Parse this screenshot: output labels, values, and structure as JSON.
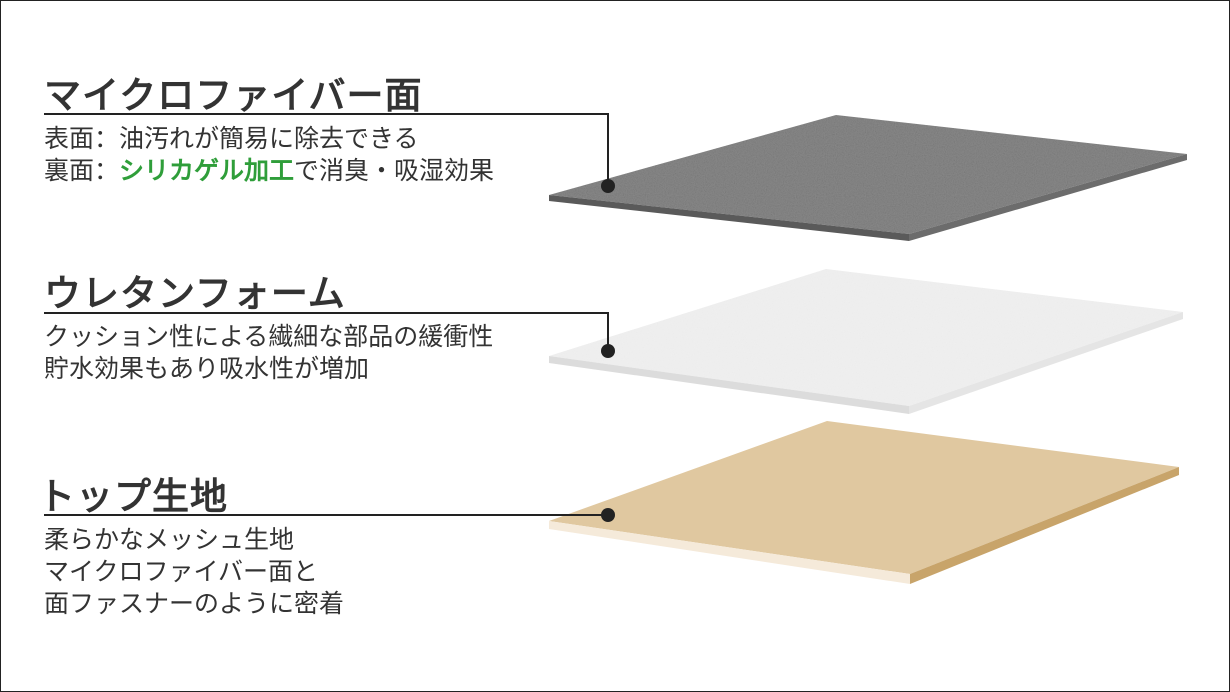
{
  "layers": [
    {
      "title": "マイクロファイバー面",
      "lines": [
        {
          "prefix": "表面：",
          "text": "油汚れが簡易に除去できる"
        },
        {
          "prefix": "裏面：",
          "highlight": "シリカゲル加工",
          "text": "で消臭・吸湿効果"
        }
      ],
      "color": "#8a8a8a"
    },
    {
      "title": "ウレタンフォーム",
      "lines": [
        {
          "text": "クッション性による繊細な部品の緩衝性"
        },
        {
          "text": "貯水効果もあり吸水性が増加"
        }
      ],
      "color": "#f1f1f1"
    },
    {
      "title": "トップ生地",
      "lines": [
        {
          "text": "柔らかなメッシュ生地"
        },
        {
          "text": "マイクロファイバー面と"
        },
        {
          "text": "面ファスナーのように密着"
        }
      ],
      "color": "#e0c8a0"
    }
  ],
  "highlight_color": "#2f9e3a",
  "pointer_color": "#222222"
}
